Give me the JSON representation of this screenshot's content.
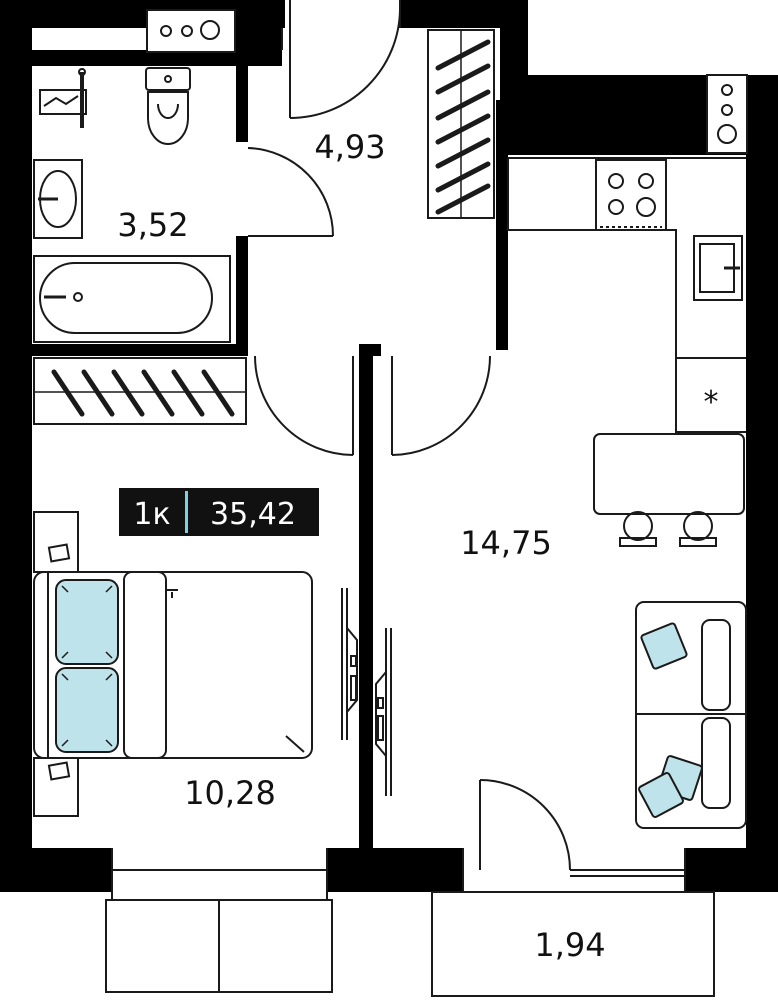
{
  "badge": {
    "rooms": "1к",
    "total_area": "35,42"
  },
  "rooms": [
    {
      "key": "bathroom",
      "area": "3,52"
    },
    {
      "key": "hallway",
      "area": "4,93"
    },
    {
      "key": "bedroom",
      "area": "10,28"
    },
    {
      "key": "kitchen_living",
      "area": "14,75"
    },
    {
      "key": "balcony",
      "area": "1,94"
    }
  ],
  "kitchen": {
    "freezer_symbol": "*"
  },
  "colors": {
    "wall": "#000000",
    "line": "#1a1a1a",
    "pillow": "#bfe3ea",
    "badge_bg": "#111111",
    "badge_divider": "#7fd0e0"
  }
}
